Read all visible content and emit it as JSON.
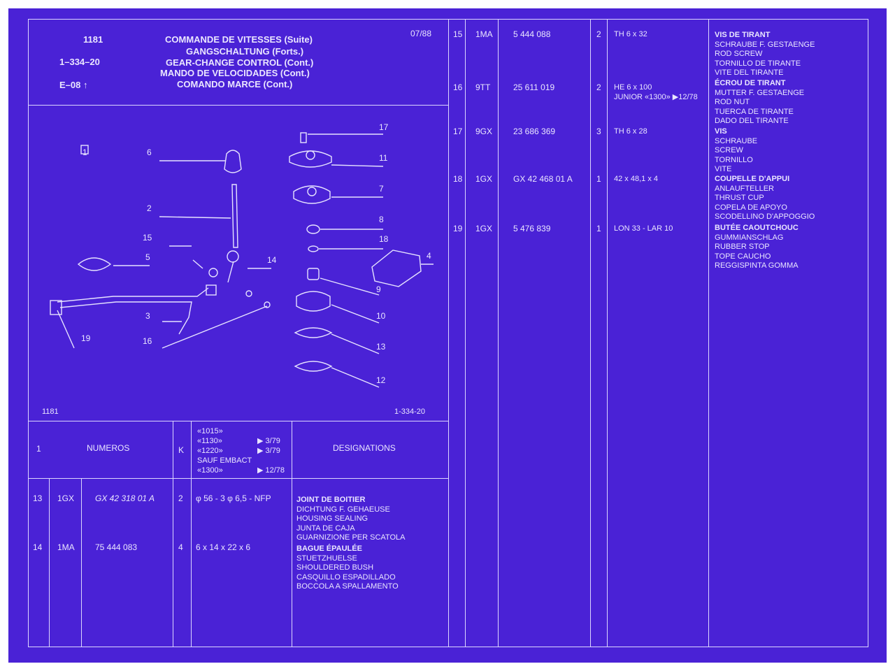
{
  "header": {
    "model": "1181",
    "ref": "1–334–20",
    "ref_e": "E–08",
    "date": "07/88",
    "titles": [
      "COMMANDE DE VITESSES (Suite)",
      "GANGSCHALTUNG (Forts.)",
      "GEAR-CHANGE CONTROL (Cont.)",
      "MANDO DE VELOCIDADES (Cont.)",
      "COMANDO MARCE (Cont.)"
    ]
  },
  "drawing": {
    "box_label": "1",
    "footer_left": "1181",
    "footer_right": "1-334-20",
    "callouts": [
      "17",
      "6",
      "11",
      "7",
      "2",
      "8",
      "18",
      "15",
      "5",
      "14",
      "4",
      "9",
      "3",
      "10",
      "16",
      "13",
      "19",
      "12"
    ]
  },
  "table_header": {
    "col_index": "1",
    "col_numbers": "NUMEROS",
    "col_k": "K",
    "models": [
      "«1015»",
      "«1130»",
      "«1220»"
    ],
    "model_dates": [
      "▶ 3/79",
      "▶ 3/79"
    ],
    "sauf": "SAUF EMBACT",
    "model_1300": "«1300»",
    "model_1300_date": "▶ 12/78",
    "col_designations": "DESIGNATIONS"
  },
  "left_rows": [
    {
      "index": "13",
      "code": "1GX",
      "number": "GX 42 318 01 A",
      "qty": "2",
      "spec": "φ 56 - 3 φ 6,5 - NFP",
      "designations": [
        "JOINT DE BOITIER",
        "DICHTUNG F. GEHAEUSE",
        "HOUSING SEALING",
        "JUNTA DE CAJA",
        "GUARNIZIONE PER SCATOLA"
      ]
    },
    {
      "index": "14",
      "code": "1MA",
      "number": "75 444 083",
      "qty": "4",
      "spec": "6 x 14 x 22 x 6",
      "designations": [
        "BAGUE ÉPAULÉE",
        "STUETZHUELSE",
        "SHOULDERED BUSH",
        "CASQUILLO ESPADILLADO",
        "BOCCOLA A SPALLAMENTO"
      ]
    }
  ],
  "right_rows": [
    {
      "index": "15",
      "code": "1MA",
      "number": "5 444 088",
      "qty": "2",
      "spec": [
        "TH 6 x 32"
      ],
      "designations": [
        "VIS DE TIRANT",
        "SCHRAUBE F. GESTAENGE",
        "ROD SCREW",
        "TORNILLO DE TIRANTE",
        "VITE DEL TIRANTE"
      ]
    },
    {
      "index": "16",
      "code": "9TT",
      "number": "25 611 019",
      "qty": "2",
      "spec": [
        "HE 6 x 100",
        "JUNIOR «1300» ▶12/78"
      ],
      "designations": [
        "ÉCROU DE TIRANT",
        "MUTTER F. GESTAENGE",
        "ROD NUT",
        "TUERCA DE TIRANTE",
        "DADO DEL TIRANTE"
      ]
    },
    {
      "index": "17",
      "code": "9GX",
      "number": "23 686 369",
      "qty": "3",
      "spec": [
        "TH 6 x 28"
      ],
      "designations": [
        "VIS",
        "SCHRAUBE",
        "SCREW",
        "TORNILLO",
        "VITE"
      ]
    },
    {
      "index": "18",
      "code": "1GX",
      "number": "GX 42 468 01 A",
      "qty": "1",
      "spec": [
        "42 x 48,1 x 4"
      ],
      "designations": [
        "COUPELLE D'APPUI",
        "ANLAUFTELLER",
        "THRUST CUP",
        "COPELA DE APOYO",
        "SCODELLINO D'APPOGGIO"
      ]
    },
    {
      "index": "19",
      "code": "1GX",
      "number": "5 476 839",
      "qty": "1",
      "spec": [
        "LON 33 - LAR 10"
      ],
      "designations": [
        "BUTÉE CAOUTCHOUC",
        "GUMMIANSCHLAG",
        "RUBBER STOP",
        "TOPE CAUCHO",
        "REGGISPINTA GOMMA"
      ]
    }
  ],
  "colors": {
    "background": "#4a22d6",
    "ink": "#eae6ff"
  }
}
